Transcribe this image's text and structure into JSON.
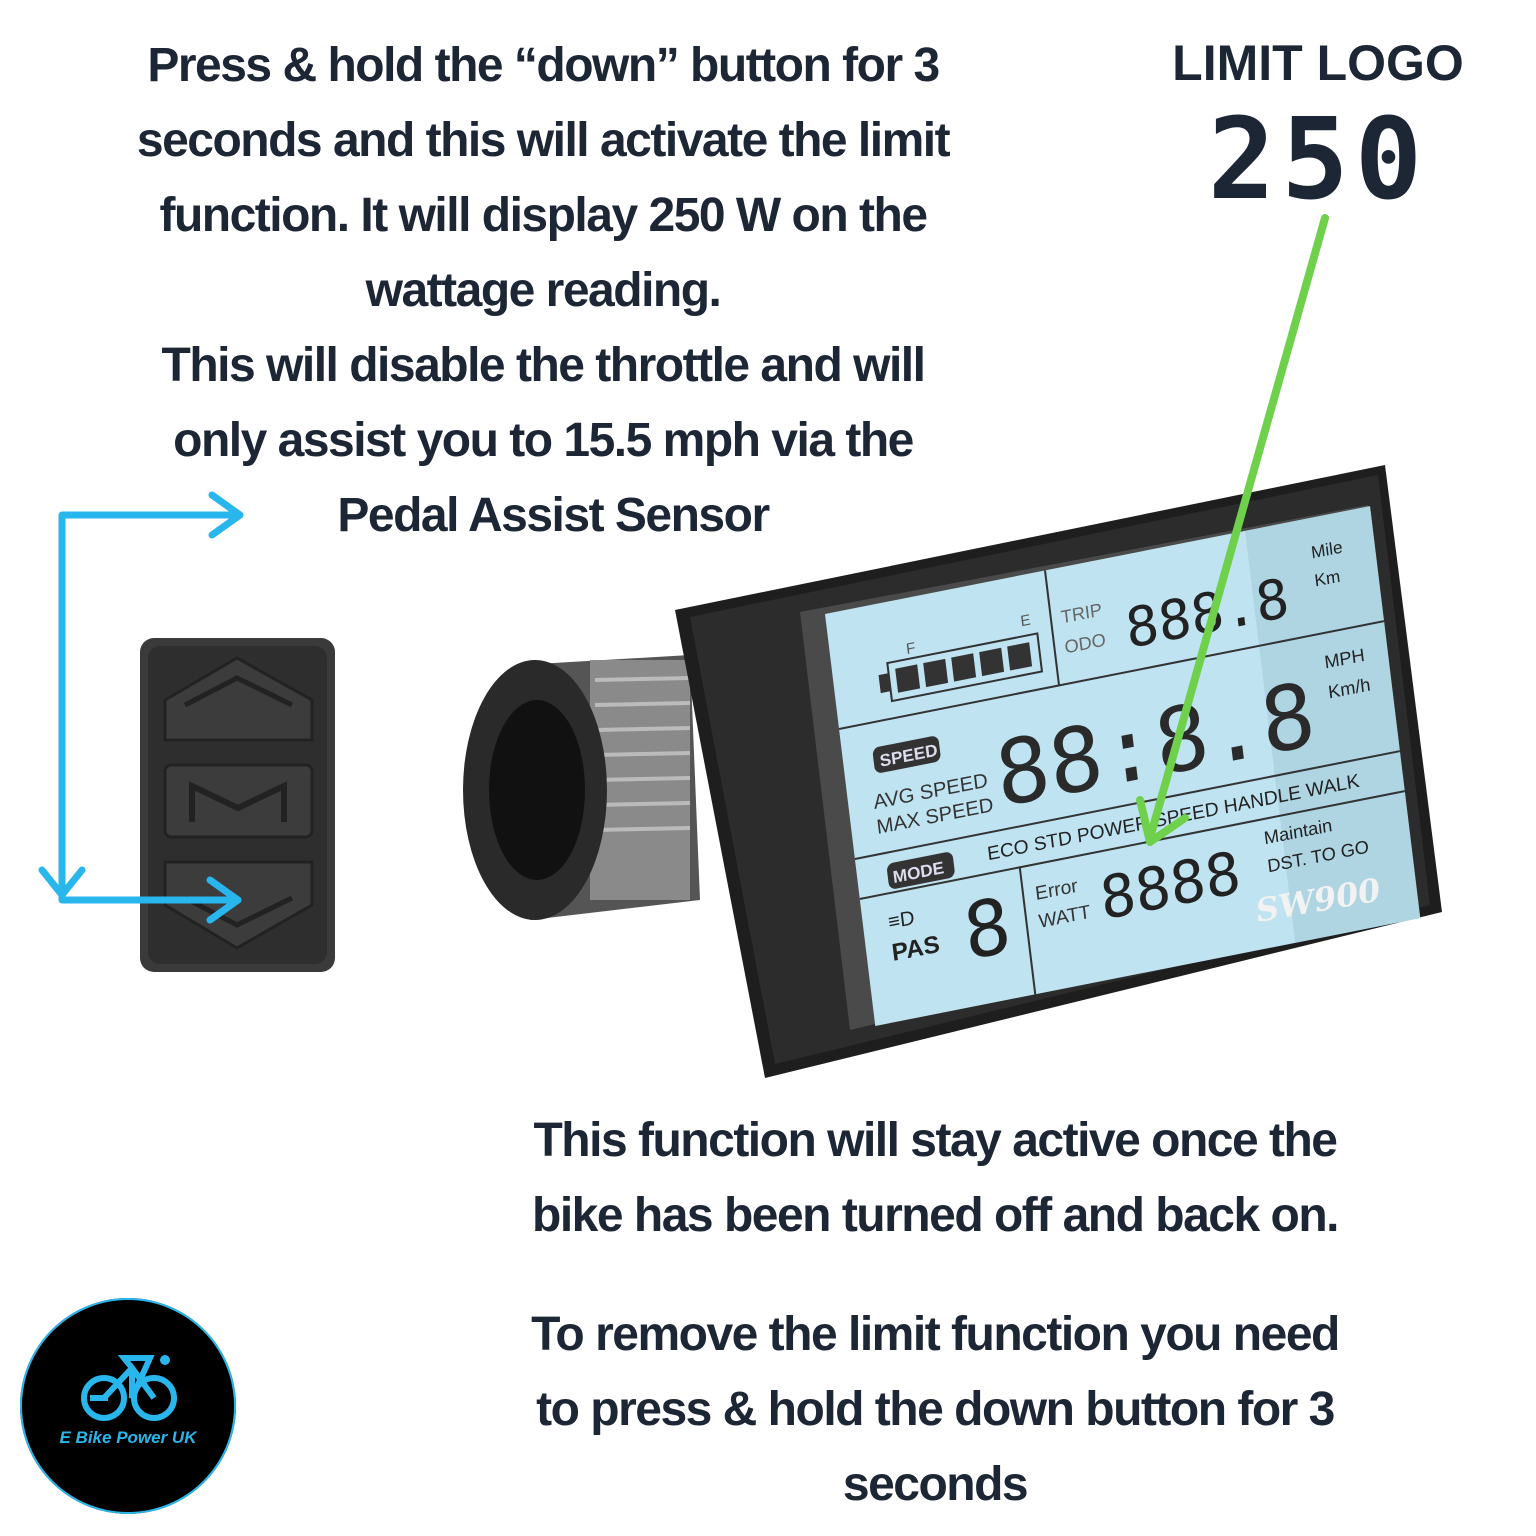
{
  "instructions": {
    "top_lines": [
      "Press & hold the “down” button for 3",
      "seconds and this will activate the limit",
      "function. It will display 250 W on the",
      "wattage reading.",
      "This will disable the throttle and will",
      "only assist you to 15.5 mph via the",
      "Pedal Assist Sensor"
    ],
    "persist_lines": [
      "This function will stay active once the",
      "bike has been turned off and back on."
    ],
    "remove_lines": [
      "To remove the limit function you need",
      "to press & hold the down button for 3",
      "seconds"
    ]
  },
  "limit_logo": {
    "title": "LIMIT LOGO",
    "value": "250"
  },
  "display": {
    "model": "SW900",
    "battery": {
      "full_label": "F",
      "empty_label": "E",
      "bars": 5
    },
    "trip_label": "TRIP",
    "odo_label": "ODO",
    "odo_value": "888.8",
    "distance_units": [
      "Mile",
      "Km"
    ],
    "speed_value": "88:8.8",
    "speed_units": [
      "MPH",
      "Km/h"
    ],
    "speed_badge": "SPEED",
    "avg_speed": "AVG SPEED",
    "max_speed": "MAX SPEED",
    "modes_line": "ECO STD POWER SPEED HANDLE WALK",
    "mode_badge": "MODE",
    "pas_label": "PAS",
    "pas_value": "8",
    "error_label": "Error",
    "watt_label": "WATT",
    "watt_value": "8888",
    "maintain_label": "Maintain",
    "dst_label": "DST. TO GO"
  },
  "brand": {
    "name": "E Bike Power UK",
    "color": "#29b6ec"
  },
  "colors": {
    "text": "#1c2634",
    "arrow_green": "#6fd14b",
    "arrow_blue": "#29b6ec",
    "lcd": "#bfe3f0"
  }
}
